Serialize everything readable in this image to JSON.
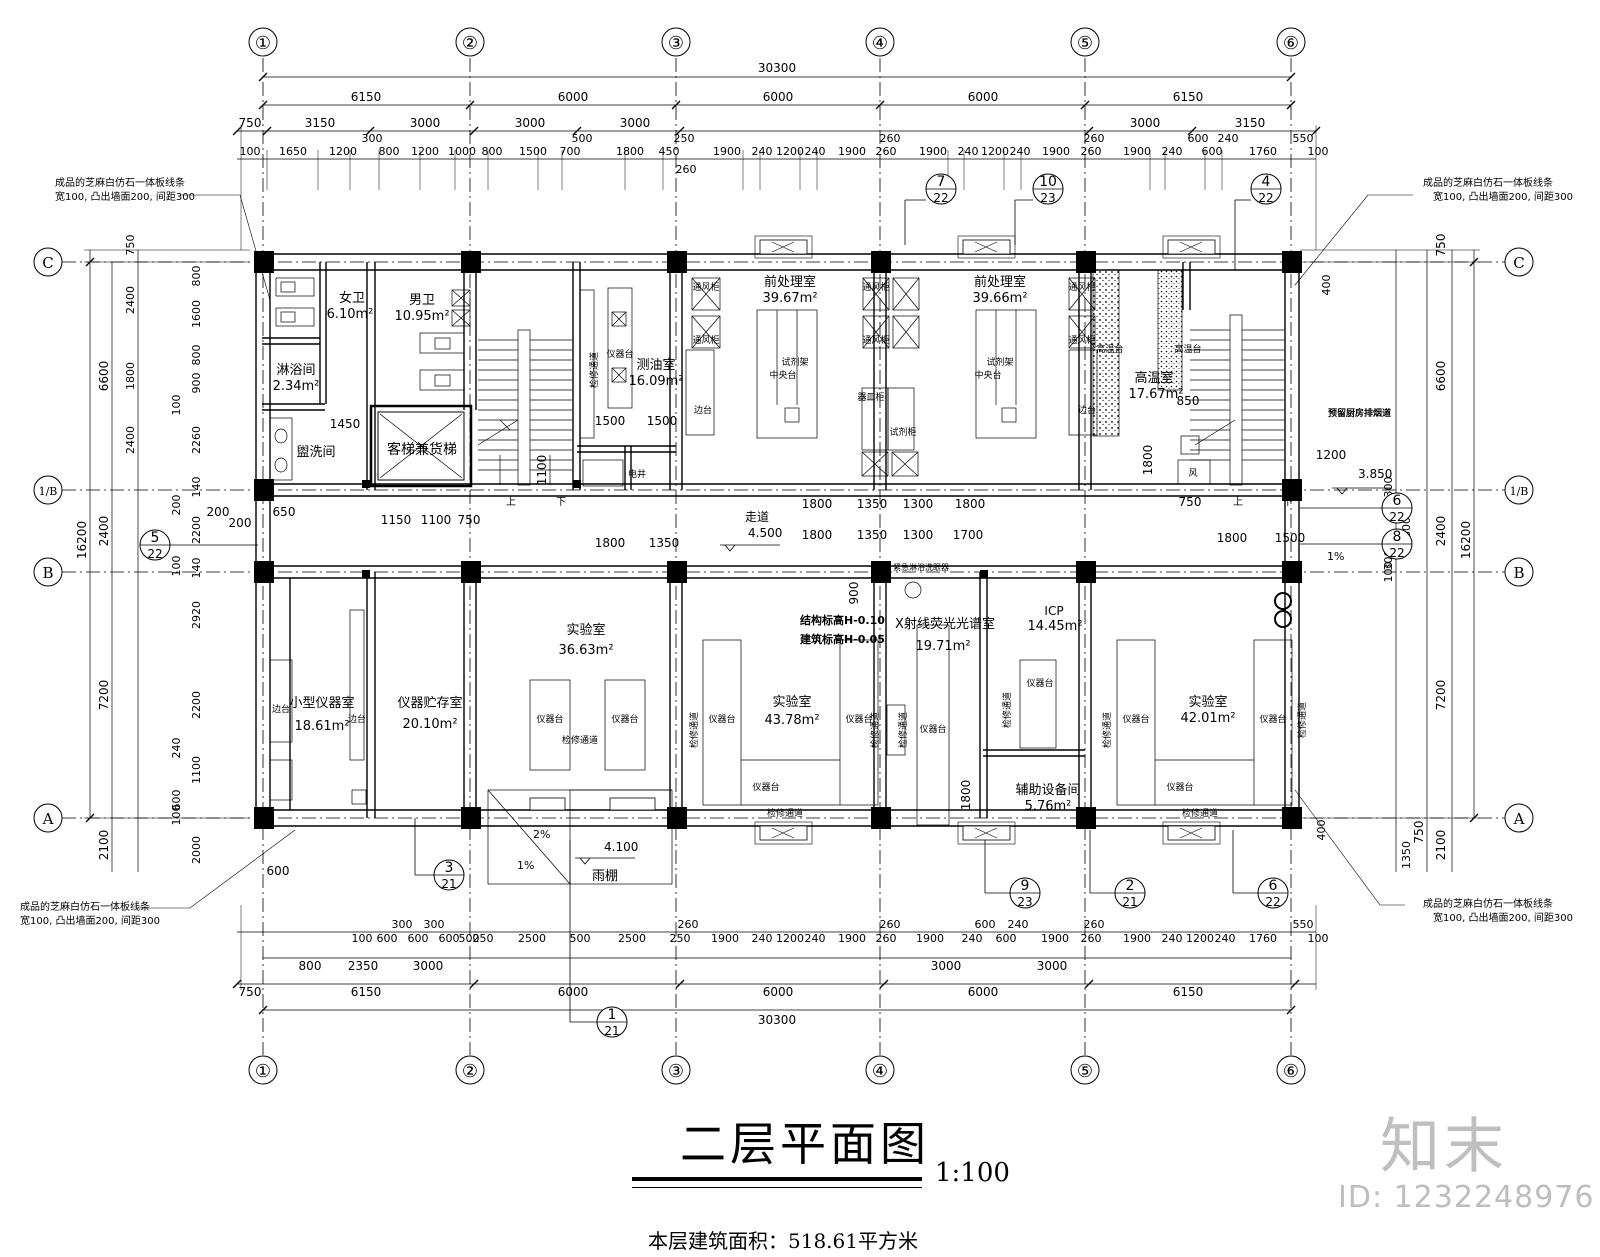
{
  "drawing": {
    "title": "二层平面图",
    "scale": "1:100",
    "area_note": "本层建筑面积：518.61平方米",
    "logo_text": "知末",
    "id_text": "ID: 1232248976"
  },
  "axes": {
    "columns": [
      "①",
      "②",
      "③",
      "④",
      "⑤",
      "⑥"
    ],
    "rows": [
      "C",
      "1/B",
      "B",
      "A"
    ]
  },
  "dims": {
    "total": "30300",
    "top_main": [
      "6150",
      "6000",
      "6000",
      "6000",
      "6150"
    ],
    "top_row2": [
      "750",
      "3150",
      "3000",
      "3000",
      "3000",
      "3000",
      "3150"
    ],
    "top_row3": [
      "100",
      "1650",
      "1200",
      "800",
      "1200",
      "1000",
      "800",
      "1500",
      "700",
      "1800",
      "450",
      "1900",
      "240",
      "1200",
      "240",
      "1900",
      "260",
      "1900",
      "240",
      "1200",
      "240",
      "1900",
      "260",
      "1900",
      "240",
      "600",
      "1760",
      "100"
    ],
    "top_misc": [
      "300",
      "500",
      "250",
      "260",
      "260",
      "260",
      "600",
      "240",
      "550"
    ],
    "bottom_row1": [
      "100",
      "600",
      "600",
      "600",
      "500",
      "250",
      "2500",
      "500",
      "2500",
      "250",
      "1900",
      "240",
      "1200",
      "240",
      "1900",
      "260",
      "1900",
      "240",
      "600",
      "1900",
      "260",
      "1900",
      "240",
      "1200",
      "240",
      "1760",
      "100"
    ],
    "bottom_misc": [
      "300",
      "300",
      "260",
      "260",
      "600",
      "240",
      "260",
      "550"
    ],
    "bottom_row2": [
      "800",
      "2350",
      "3000",
      "3000",
      "3000"
    ],
    "bottom_main": [
      "750",
      "6150",
      "6000",
      "6000",
      "6000",
      "6150"
    ],
    "left_outer": "16200",
    "left_mid": [
      "6600",
      "2400",
      "7200",
      "2100"
    ],
    "left_inner": [
      "750",
      "800",
      "2400",
      "1600",
      "800",
      "1800",
      "900",
      "100",
      "2400",
      "2260",
      "140",
      "200",
      "2200",
      "100",
      "140",
      "2920",
      "2200",
      "240",
      "1100",
      "600",
      "100",
      "2000"
    ],
    "right_outer": "16200",
    "right_mid": [
      "750",
      "6600",
      "2400",
      "7200",
      "750",
      "2100"
    ],
    "right_inner": [
      "400",
      "300",
      "1800",
      "300",
      "100",
      "1350",
      "400"
    ],
    "misc": [
      "1450",
      "650",
      "1150",
      "1100",
      "750",
      "1800",
      "1350",
      "1800",
      "1350",
      "1300",
      "1800",
      "1800",
      "1350",
      "1300",
      "1700",
      "1500",
      "1500",
      "1100",
      "1800",
      "1500",
      "1200",
      "850",
      "1800",
      "750",
      "900",
      "1800",
      "200",
      "200",
      "600"
    ]
  },
  "rooms": [
    {
      "name": "女卫",
      "area": "6.10m²"
    },
    {
      "name": "男卫",
      "area": "10.95m²"
    },
    {
      "name": "淋浴间",
      "area": "2.34m²"
    },
    {
      "name": "盥洗间",
      "area": ""
    },
    {
      "name": "客梯兼货梯",
      "area": ""
    },
    {
      "name": "测油室",
      "area": "16.09m²"
    },
    {
      "name": "前处理室",
      "area": "39.67m²"
    },
    {
      "name": "前处理室",
      "area": "39.66m²"
    },
    {
      "name": "高温室",
      "area": "17.67m²"
    },
    {
      "name": "小型仪器室",
      "area": "18.61m²"
    },
    {
      "name": "仪器贮存室",
      "area": "20.10m²"
    },
    {
      "name": "实验室",
      "area": "36.63m²"
    },
    {
      "name": "实验室",
      "area": "43.78m²"
    },
    {
      "name": "X射线荧光光谱室",
      "area": "19.71m²"
    },
    {
      "name": "ICP",
      "area": "14.45m²"
    },
    {
      "name": "辅助设备间",
      "area": "5.76m²"
    },
    {
      "name": "实验室",
      "area": "42.01m²"
    },
    {
      "name": "雨棚",
      "area": ""
    }
  ],
  "labels": {
    "corridor": "走道",
    "corridor_level": "4.500",
    "canopy_level": "4.100",
    "balcony_level": "3.850",
    "struct_elev": "结构标高H-0.10",
    "arch_elev": "建筑标高H-0.05",
    "eye_wash": "紧急淋浴洗眼器",
    "smoke": "预留厨房排烟道",
    "up": "上",
    "down": "下",
    "slope_2": "2%",
    "slope_1a": "1%",
    "slope_1b": "1%",
    "note_a1": "成品的芝麻白仿石一体板线条",
    "note_a2": "宽100, 凸出墙面200, 间距300",
    "bench": "边台",
    "instr": "仪器台",
    "maint": "检修通道",
    "center": "中央台",
    "hood": "通风柜",
    "rack": "试剂架",
    "elec": "电井",
    "vent": "风",
    "utensil": "器皿柜",
    "reagent": "试剂柜",
    "hi_bench": "高温台"
  },
  "callouts": [
    {
      "num": "7",
      "ref": "22"
    },
    {
      "num": "10",
      "ref": "23"
    },
    {
      "num": "4",
      "ref": "22"
    },
    {
      "num": "5",
      "ref": "22"
    },
    {
      "num": "6",
      "ref": "22"
    },
    {
      "num": "8",
      "ref": "22"
    },
    {
      "num": "3",
      "ref": "21"
    },
    {
      "num": "1",
      "ref": "21"
    },
    {
      "num": "9",
      "ref": "23"
    },
    {
      "num": "2",
      "ref": "21"
    },
    {
      "num": "6",
      "ref": "22"
    }
  ]
}
